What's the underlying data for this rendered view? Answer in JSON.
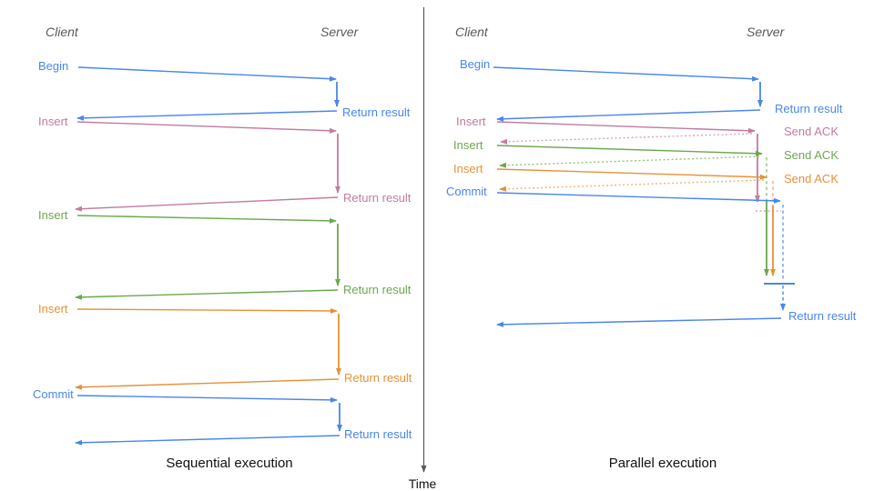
{
  "diagram": {
    "kind": "client-server sequence diagram comparison",
    "colors": {
      "blue": "#4a86e8",
      "light_blue": "#6d9eeb",
      "pink": "#c27ba0",
      "light_pink": "#d5a6bd",
      "green": "#6aa84f",
      "light_green": "#93c47d",
      "orange": "#e69138",
      "light_orange": "#f6b26b",
      "axis_gray": "#595959",
      "title_black": "#111111"
    },
    "left_panel": {
      "title": "Sequential execution",
      "lanes": {
        "client": "Client",
        "server": "Server"
      },
      "messages": [
        {
          "request": "Begin",
          "response": "Return result",
          "color": "blue"
        },
        {
          "request": "Insert",
          "response": "Return result",
          "color": "pink"
        },
        {
          "request": "Insert",
          "response": "Return result",
          "color": "green"
        },
        {
          "request": "Insert",
          "response": "Return result",
          "color": "orange"
        },
        {
          "request": "Commit",
          "response": "Return result",
          "color": "blue"
        }
      ]
    },
    "right_panel": {
      "title": "Parallel execution",
      "lanes": {
        "client": "Client",
        "server": "Server"
      },
      "messages": [
        {
          "request": "Begin",
          "response": "Return result",
          "color": "blue"
        },
        {
          "request": "Insert",
          "response": "Send ACK",
          "color": "pink"
        },
        {
          "request": "Insert",
          "response": "Send ACK",
          "color": "green"
        },
        {
          "request": "Insert",
          "response": "Send ACK",
          "color": "orange"
        },
        {
          "request": "Commit",
          "response": "Return result",
          "color": "blue"
        }
      ]
    },
    "time_axis": {
      "label": "Time"
    }
  }
}
